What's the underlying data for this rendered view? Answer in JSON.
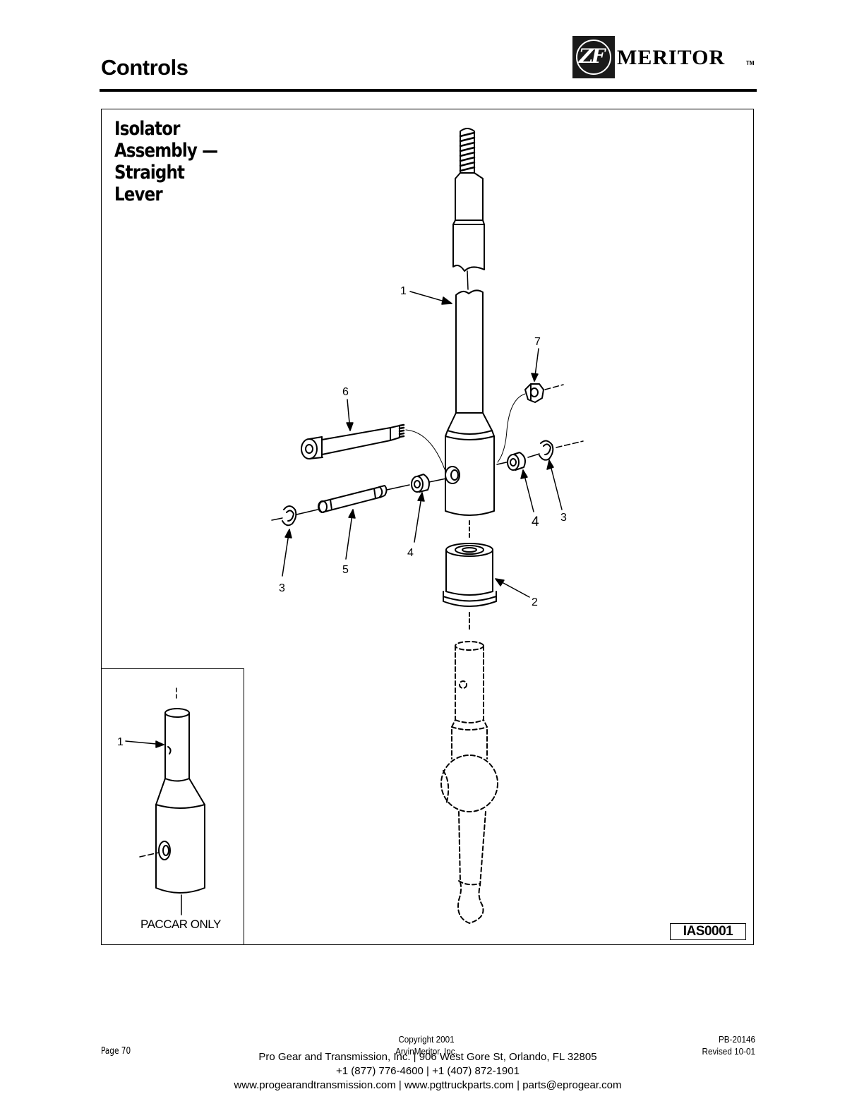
{
  "header": {
    "section_title": "Controls",
    "logo_mark": "ZF",
    "logo_word": "MERITOR",
    "logo_tm": "TM"
  },
  "figure": {
    "title_lines": [
      "Isolator",
      "Assembly —",
      "Straight",
      "Lever"
    ],
    "callouts": {
      "c1_top": "1",
      "c2": "2",
      "c3_left": "3",
      "c3_right": "3",
      "c4_left": "4",
      "c4_right": "4",
      "c5": "5",
      "c6": "6",
      "c7": "7",
      "c1_inset": "1"
    },
    "inset_caption": "PACCAR ONLY",
    "figure_code": "IAS0001"
  },
  "footer": {
    "page": "Page 70",
    "copyright_line1": "Copyright 2001",
    "copyright_line2": "ArvinMeritor, Inc.",
    "doc_number": "PB-20146",
    "revised": "Revised 10-01",
    "contact_line1": "Pro Gear and Transmission, Inc. | 906 West Gore St, Orlando, FL  32805",
    "contact_line2": "+1 (877) 776-4600 | +1 (407) 872-1901",
    "contact_line3": "www.progearandtransmission.com | www.pgttruckparts.com | parts@eprogear.com"
  }
}
